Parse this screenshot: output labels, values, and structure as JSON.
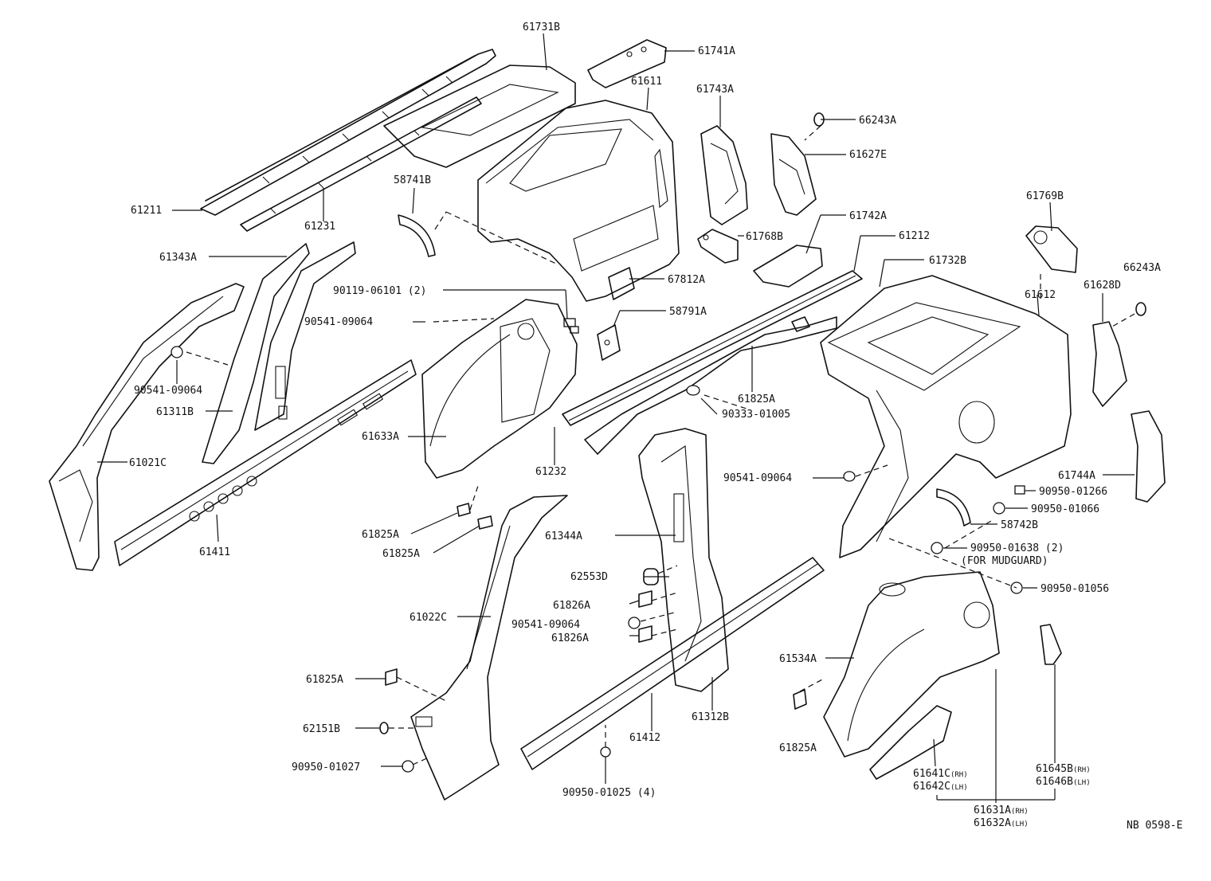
{
  "labels": {
    "p61731B": "61731B",
    "p61741A": "61741A",
    "p61611": "61611",
    "p61743A": "61743A",
    "p66243A_top": "66243A",
    "p61627E": "61627E",
    "p58741B": "58741B",
    "p61211": "61211",
    "p61231": "61231",
    "p61769B": "61769B",
    "p61742A": "61742A",
    "p61212": "61212",
    "p61768B": "61768B",
    "p61732B": "61732B",
    "p61343A": "61343A",
    "p67812A": "67812A",
    "p61612": "61612",
    "p66243A_right": "66243A",
    "p61628D": "61628D",
    "p90119_06101": "90119-06101 (2)",
    "p90541_09064_a": "90541-09064",
    "p58791A": "58791A",
    "p90541_09064_b": "90541-09064",
    "p61311B": "61311B",
    "p61825A_a": "61825A",
    "p90333_01005": "90333-01005",
    "p61633A": "61633A",
    "p61021C": "61021C",
    "p61232": "61232",
    "p90541_09064_c": "90541-09064",
    "p61744A": "61744A",
    "p90950_01266": "90950-01266",
    "p90950_01066": "90950-01066",
    "p58742B": "58742B",
    "p61411": "61411",
    "p61825A_b": "61825A",
    "p61825A_c": "61825A",
    "p61344A": "61344A",
    "p90950_01638": "90950-01638 (2)",
    "p_for_mudguard": "(FOR MUDGUARD)",
    "p62553D": "62553D",
    "p90950_01056": "90950-01056",
    "p61826A_a": "61826A",
    "p61022C": "61022C",
    "p90541_09064_d": "90541-09064",
    "p61826A_b": "61826A",
    "p61534A": "61534A",
    "p61825A_d": "61825A",
    "p61312B": "61312B",
    "p62151B": "62151B",
    "p61412": "61412",
    "p61825A_e": "61825A",
    "p90950_01027": "90950-01027",
    "p61641C": "61641C",
    "p61641C_side": "(RH)",
    "p61642C": "61642C",
    "p61642C_side": "(LH)",
    "p61645B": "61645B",
    "p61645B_side": "(RH)",
    "p61646B": "61646B",
    "p61646B_side": "(LH)",
    "p90950_01025": "90950-01025 (4)",
    "p61631A": "61631A",
    "p61631A_side": "(RH)",
    "p61632A": "61632A",
    "p61632A_side": "(LH)",
    "diagram_code": "NB 0598-E"
  }
}
